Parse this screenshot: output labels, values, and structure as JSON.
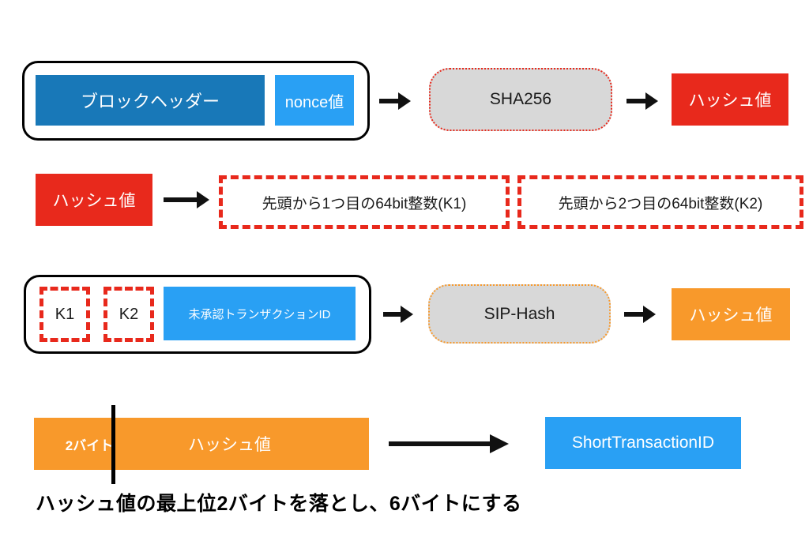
{
  "colors": {
    "dark_blue": "#1878b8",
    "light_blue": "#29a0f4",
    "red": "#e8291c",
    "orange": "#f8992b",
    "process_gray": "#d8d8d8",
    "arrow_black": "#111111"
  },
  "row1": {
    "block_header_label": "ブロックヘッダー",
    "nonce_label": "nonce値",
    "process_label": "SHA256",
    "result_label": "ハッシュ値"
  },
  "row2": {
    "input_label": "ハッシュ値",
    "k1_int_label": "先頭から1つ目の64bit整数(K1)",
    "k2_int_label": "先頭から2つ目の64bit整数(K2)"
  },
  "row3": {
    "k1_label": "K1",
    "k2_label": "K2",
    "txid_label": "未承認トランザクションID",
    "process_label": "SIP-Hash",
    "result_label": "ハッシュ値"
  },
  "row4": {
    "two_bytes_label": "2バイト",
    "hash_label": "ハッシュ値",
    "result_label": "ShortTransactionID",
    "caption": "ハッシュ値の最上位2バイトを落とし、6バイトにする"
  }
}
